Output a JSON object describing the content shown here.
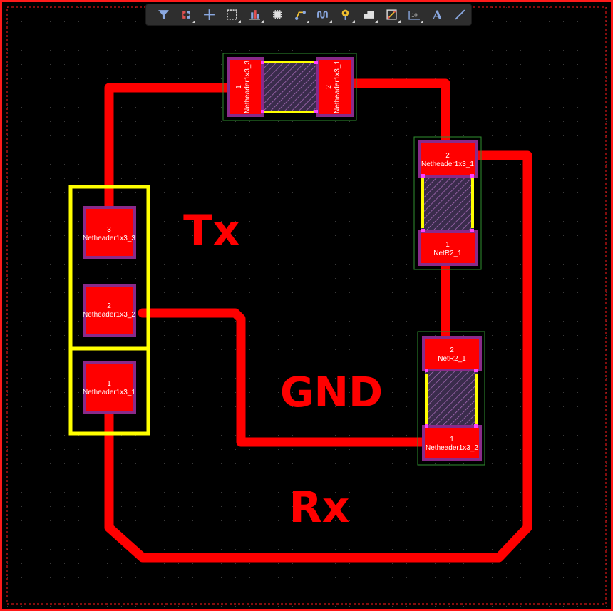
{
  "colors": {
    "background": "#000000",
    "board_outline": "#ff1a1a",
    "track": "#ff0000",
    "pad": "#ff0000",
    "pad_border": "#8a2a8a",
    "silkscreen": "#ffff00",
    "courtyard": "#2f8f2f",
    "toolbar_bg": "#2e2e2e",
    "toolbar_icon": "#8aa8e0"
  },
  "toolbar": {
    "tools": [
      {
        "name": "filter-icon",
        "menu": false
      },
      {
        "name": "magnet-snap-icon",
        "menu": true
      },
      {
        "name": "crosshair-add-icon",
        "menu": false
      },
      {
        "name": "select-rectangle-icon",
        "menu": true
      },
      {
        "name": "align-distribute-icon",
        "menu": true
      },
      {
        "name": "component-chip-icon",
        "menu": false
      },
      {
        "name": "route-track-icon",
        "menu": true
      },
      {
        "name": "interactive-length-tune-icon",
        "menu": true
      },
      {
        "name": "place-via-icon",
        "menu": true
      },
      {
        "name": "place-polygon-icon",
        "menu": true
      },
      {
        "name": "place-keepout-icon",
        "menu": true
      },
      {
        "name": "place-dimension-icon",
        "menu": true
      },
      {
        "name": "place-text-icon",
        "menu": false
      },
      {
        "name": "place-line-icon",
        "menu": false
      }
    ]
  },
  "silkscreen": {
    "tx": "Tx",
    "gnd": "GND",
    "rx": "Rx"
  },
  "pads": {
    "h3": {
      "num": "3",
      "net": "Netheader1x3_3"
    },
    "h2": {
      "num": "2",
      "net": "Netheader1x3_2"
    },
    "h1": {
      "num": "1",
      "net": "Netheader1x3_1"
    },
    "r_top_p1": {
      "num": "1",
      "net": "Netheader1x3_3"
    },
    "r_top_p2": {
      "num": "2",
      "net": "Netheader1x3_1"
    },
    "r_right_p2": {
      "num": "2",
      "net": "Netheader1x3_1"
    },
    "r_right_p1": {
      "num": "1",
      "net": "NetR2_1"
    },
    "r_low_p2": {
      "num": "2",
      "net": "NetR2_1"
    },
    "r_low_p1": {
      "num": "1",
      "net": "Netheader1x3_2"
    }
  }
}
